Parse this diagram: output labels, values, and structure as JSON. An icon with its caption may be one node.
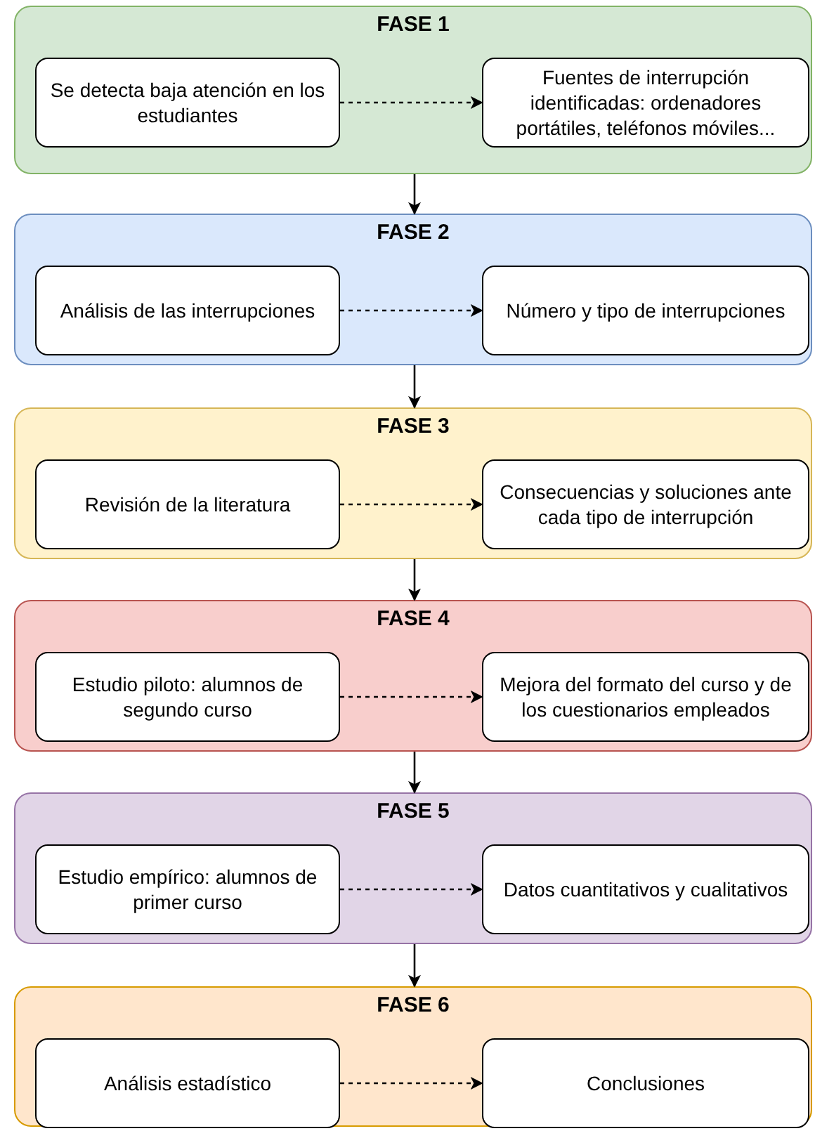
{
  "diagram": {
    "nodes": [
      {
        "text": [
          "FASE 1"
        ]
      },
      {
        "text": [
          "Se detecta baja atención en los estudiantes"
        ],
        "in": 0
      },
      {
        "text": [
          "Fuentes de interrupción identificadas: ordenadores portátiles, teléfonos móviles..."
        ],
        "in": 0
      },
      {
        "text": [
          "FASE 2"
        ]
      },
      {
        "text": [
          "Análisis de las interrupciones"
        ],
        "in": 3
      },
      {
        "text": [
          "Número y tipo de interrupciones"
        ],
        "in": 3
      },
      {
        "text": [
          "FASE 3"
        ]
      },
      {
        "text": [
          "Revisión de la literatura"
        ],
        "in": 6
      },
      {
        "text": [
          "Consecuencias y soluciones ante cada tipo de interrupción"
        ],
        "in": 6
      },
      {
        "text": [
          "FASE 4"
        ]
      },
      {
        "text": [
          "Estudio piloto: alumnos de segundo curso"
        ],
        "in": 9
      },
      {
        "text": [
          "Mejora del formato del curso y de los cuestionarios empleados"
        ],
        "in": 9
      },
      {
        "text": [
          "FASE 5"
        ]
      },
      {
        "text": [
          "Estudio empírico: alumnos de primer curso"
        ],
        "in": 12
      },
      {
        "text": [
          "Datos cuantitativos y cualitativos"
        ],
        "in": 12
      },
      {
        "text": [
          "FASE 6"
        ]
      },
      {
        "text": [
          "Análisis estadístico"
        ],
        "in": 15
      },
      {
        "text": [
          "Conclusiones"
        ],
        "in": 15
      }
    ],
    "edges": [
      {
        "from": 1,
        "to": 2,
        "arrow": "to",
        "style": "dashed"
      },
      {
        "from": 0,
        "to": 3,
        "arrow": "to"
      },
      {
        "from": 4,
        "to": 5,
        "arrow": "to",
        "style": "dashed"
      },
      {
        "from": 3,
        "to": 6,
        "arrow": "to"
      },
      {
        "from": 7,
        "to": 8,
        "arrow": "to",
        "style": "dashed"
      },
      {
        "from": 6,
        "to": 9,
        "arrow": "to"
      },
      {
        "from": 10,
        "to": 11,
        "arrow": "to",
        "style": "dashed"
      },
      {
        "from": 9,
        "to": 12,
        "arrow": "to"
      },
      {
        "from": 13,
        "to": 14,
        "arrow": "to",
        "style": "dashed"
      },
      {
        "from": 12,
        "to": 15,
        "arrow": "to"
      },
      {
        "from": 16,
        "to": 17,
        "arrow": "to",
        "style": "dashed"
      }
    ]
  }
}
